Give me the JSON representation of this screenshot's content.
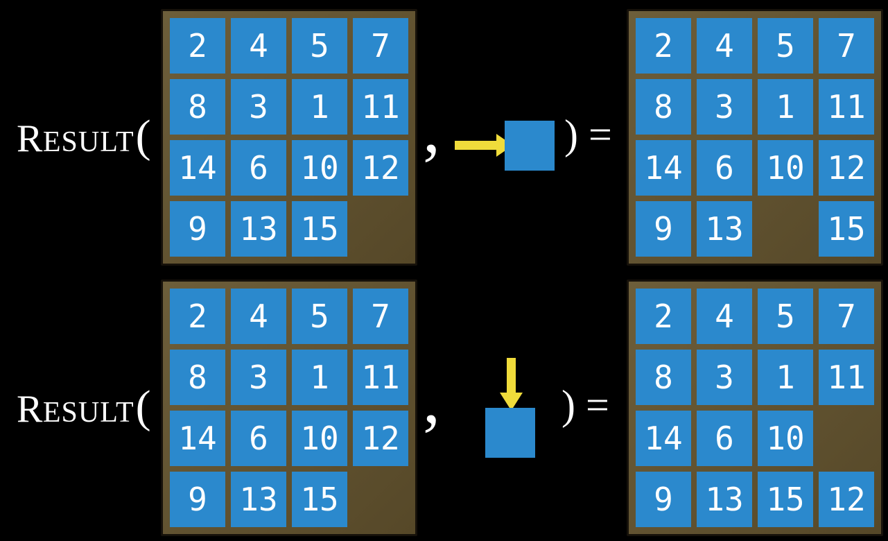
{
  "colors": {
    "background": "#000000",
    "tile_blue": "#2b89cd",
    "board_brown_light": "#6d5e3a",
    "board_brown_dark": "#564828",
    "board_border": "#16110a",
    "arrow_yellow": "#f0dc3b",
    "text_white": "#ffffff"
  },
  "rows": [
    {
      "function": {
        "initial": "R",
        "rest": "esult",
        "open_paren": "("
      },
      "comma": ",",
      "action": {
        "icon": "arrow-right-icon",
        "direction": "right"
      },
      "close_paren_equals": ") =",
      "before_grid": [
        [
          "2",
          "4",
          "5",
          "7"
        ],
        [
          "8",
          "3",
          "1",
          "11"
        ],
        [
          "14",
          "6",
          "10",
          "12"
        ],
        [
          "9",
          "13",
          "15",
          ""
        ]
      ],
      "after_grid": [
        [
          "2",
          "4",
          "5",
          "7"
        ],
        [
          "8",
          "3",
          "1",
          "11"
        ],
        [
          "14",
          "6",
          "10",
          "12"
        ],
        [
          "9",
          "13",
          "",
          "15"
        ]
      ]
    },
    {
      "function": {
        "initial": "R",
        "rest": "esult",
        "open_paren": "("
      },
      "comma": ",",
      "action": {
        "icon": "arrow-down-icon",
        "direction": "down"
      },
      "close_paren_equals": ") =",
      "before_grid": [
        [
          "2",
          "4",
          "5",
          "7"
        ],
        [
          "8",
          "3",
          "1",
          "11"
        ],
        [
          "14",
          "6",
          "10",
          "12"
        ],
        [
          "9",
          "13",
          "15",
          ""
        ]
      ],
      "after_grid": [
        [
          "2",
          "4",
          "5",
          "7"
        ],
        [
          "8",
          "3",
          "1",
          "11"
        ],
        [
          "14",
          "6",
          "10",
          ""
        ],
        [
          "9",
          "13",
          "15",
          "12"
        ]
      ]
    }
  ]
}
